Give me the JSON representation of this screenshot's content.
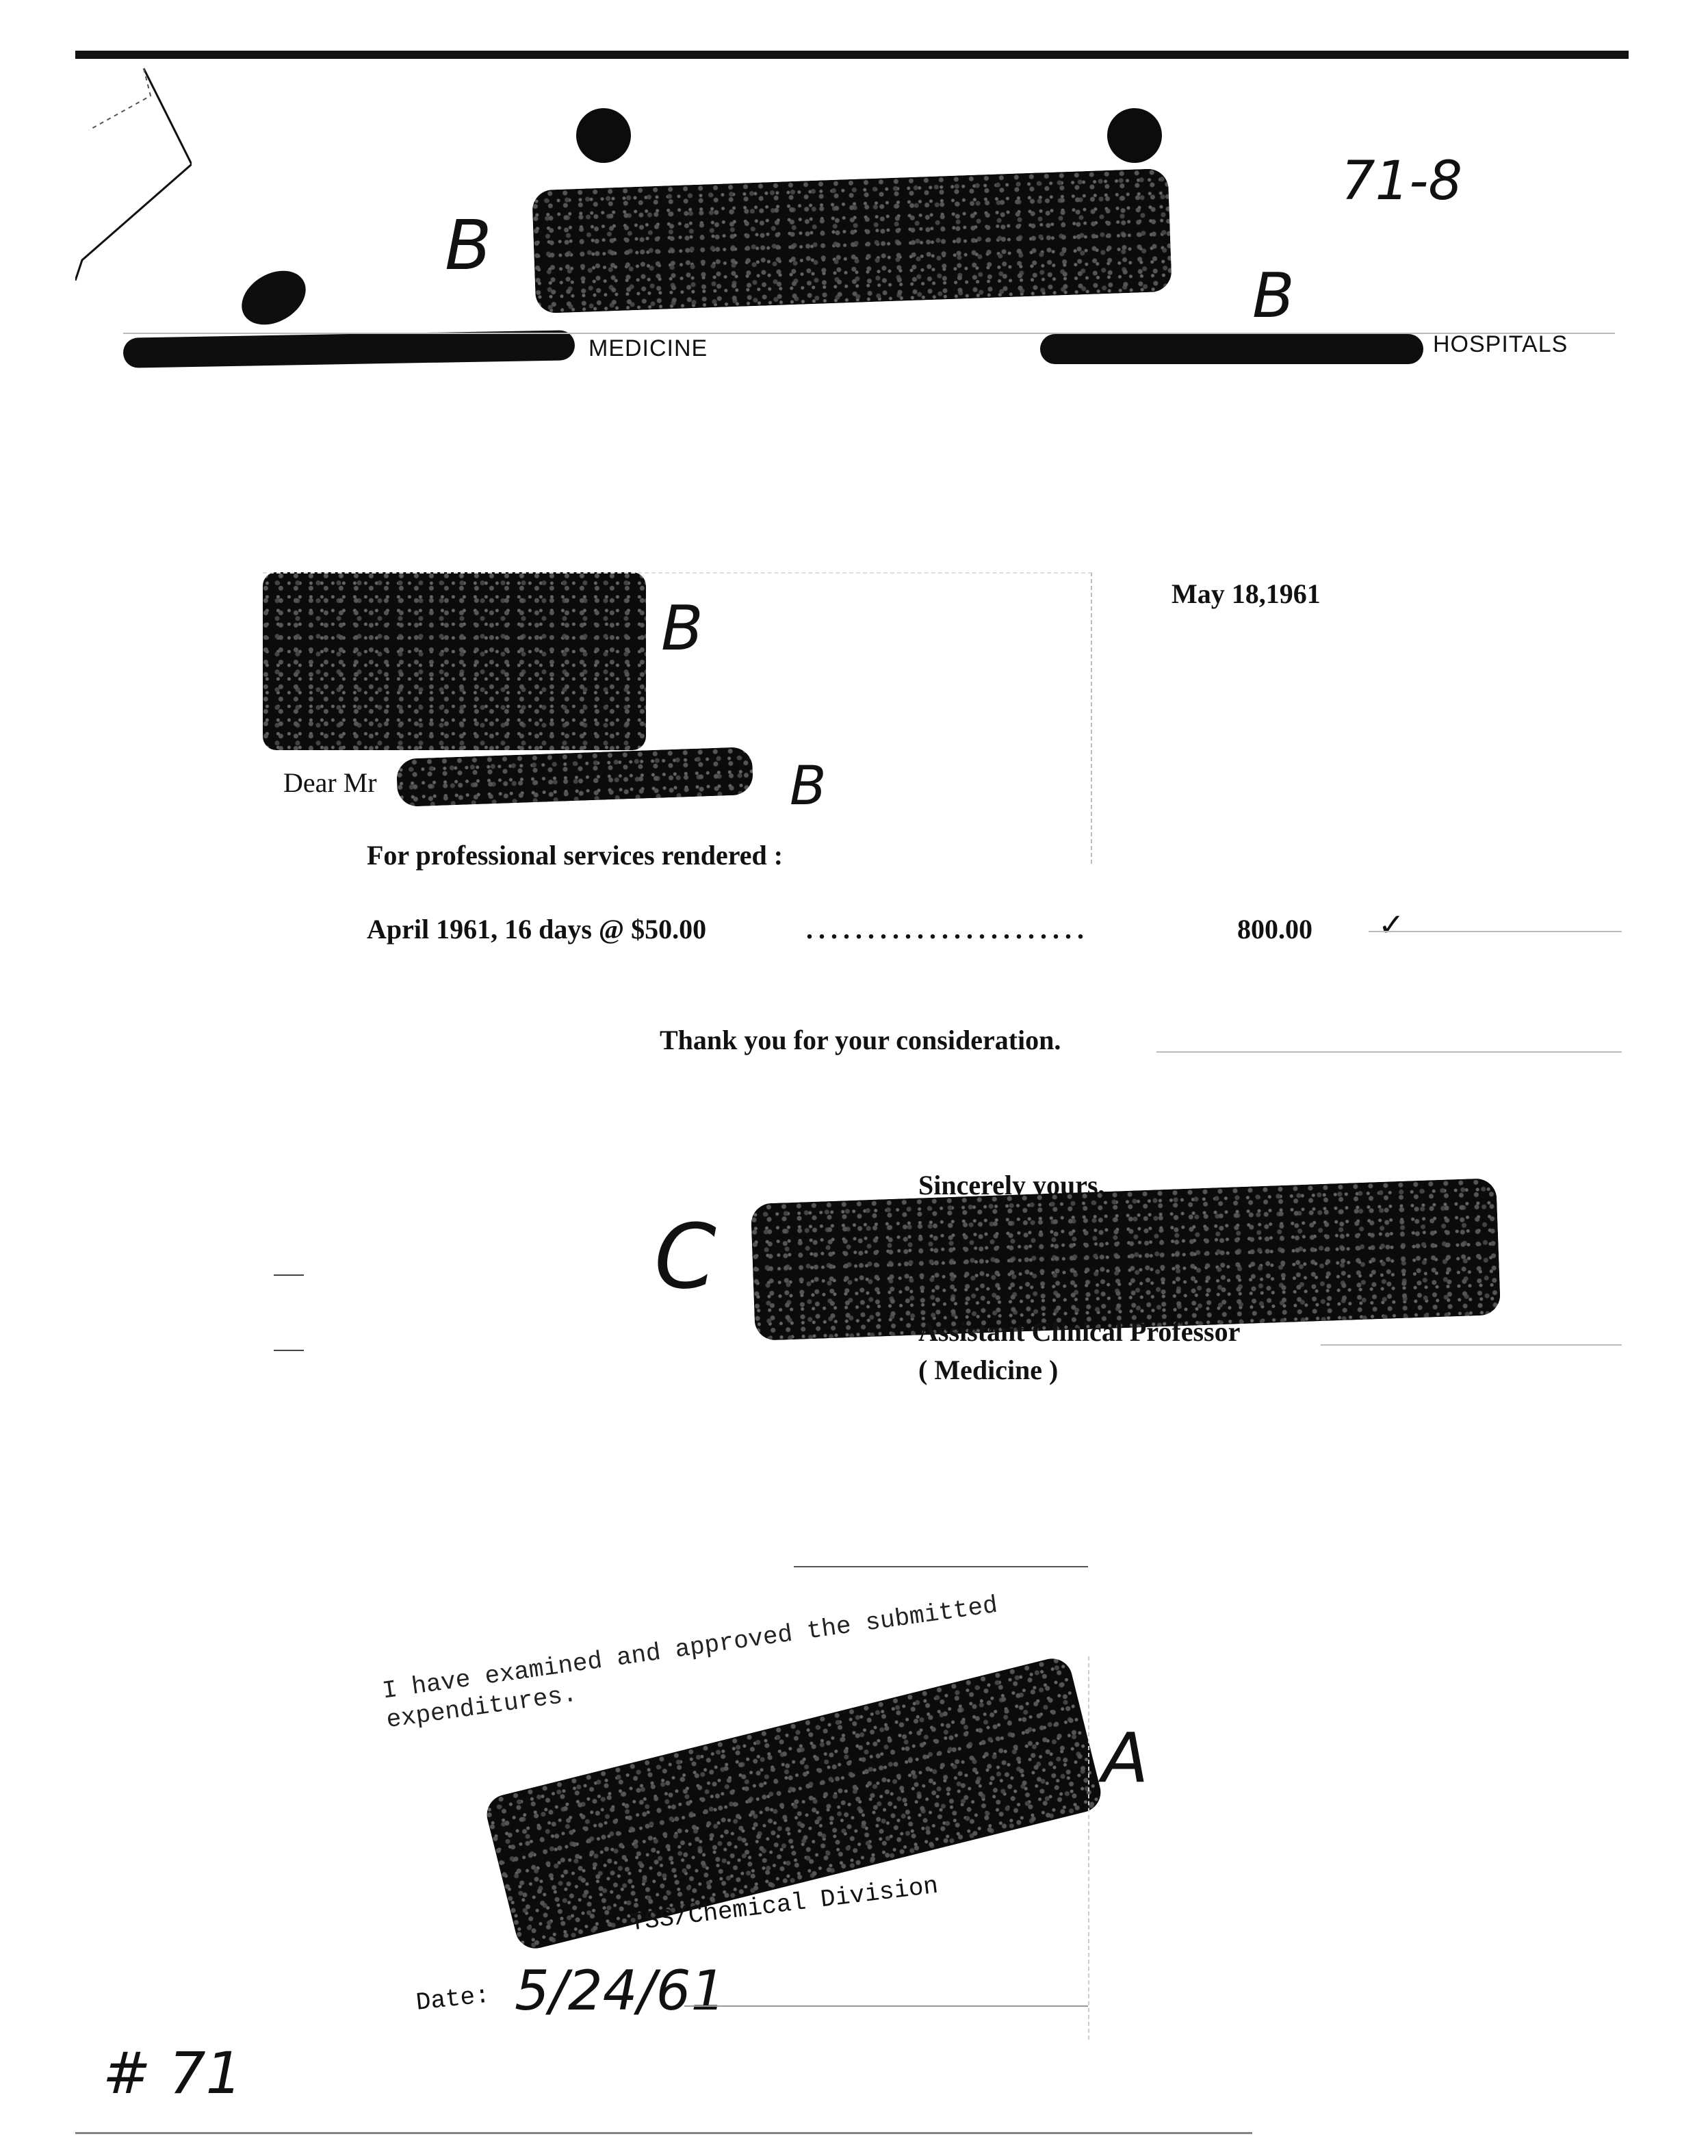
{
  "annotations": {
    "ref_number": "71-8",
    "redaction_mark_b": "B",
    "redaction_mark_c": "C",
    "redaction_mark_a": "A",
    "bottom_number": "# 71"
  },
  "letterhead": {
    "left_dept": "MEDICINE",
    "right_dept": "HOSPITALS"
  },
  "letter": {
    "date": "May 18,1961",
    "salutation": "Dear Mr",
    "services_heading": "For professional services rendered :",
    "line_item_desc": "April 1961, 16 days @ $50.00",
    "line_item_dots": ".......................",
    "line_item_amount": "800.00",
    "check_mark": "✓",
    "thanks": "Thank you for your consideration.",
    "closing": "Sincerely yours,",
    "signer_title": "Assistant Clinical Professor",
    "signer_dept": "( Medicine )"
  },
  "approval": {
    "statement": "I have examined and approved the submitted expenditures.",
    "division": "TSS/Chemical Division",
    "date_label": "Date:",
    "date_value": "5/24/61"
  }
}
